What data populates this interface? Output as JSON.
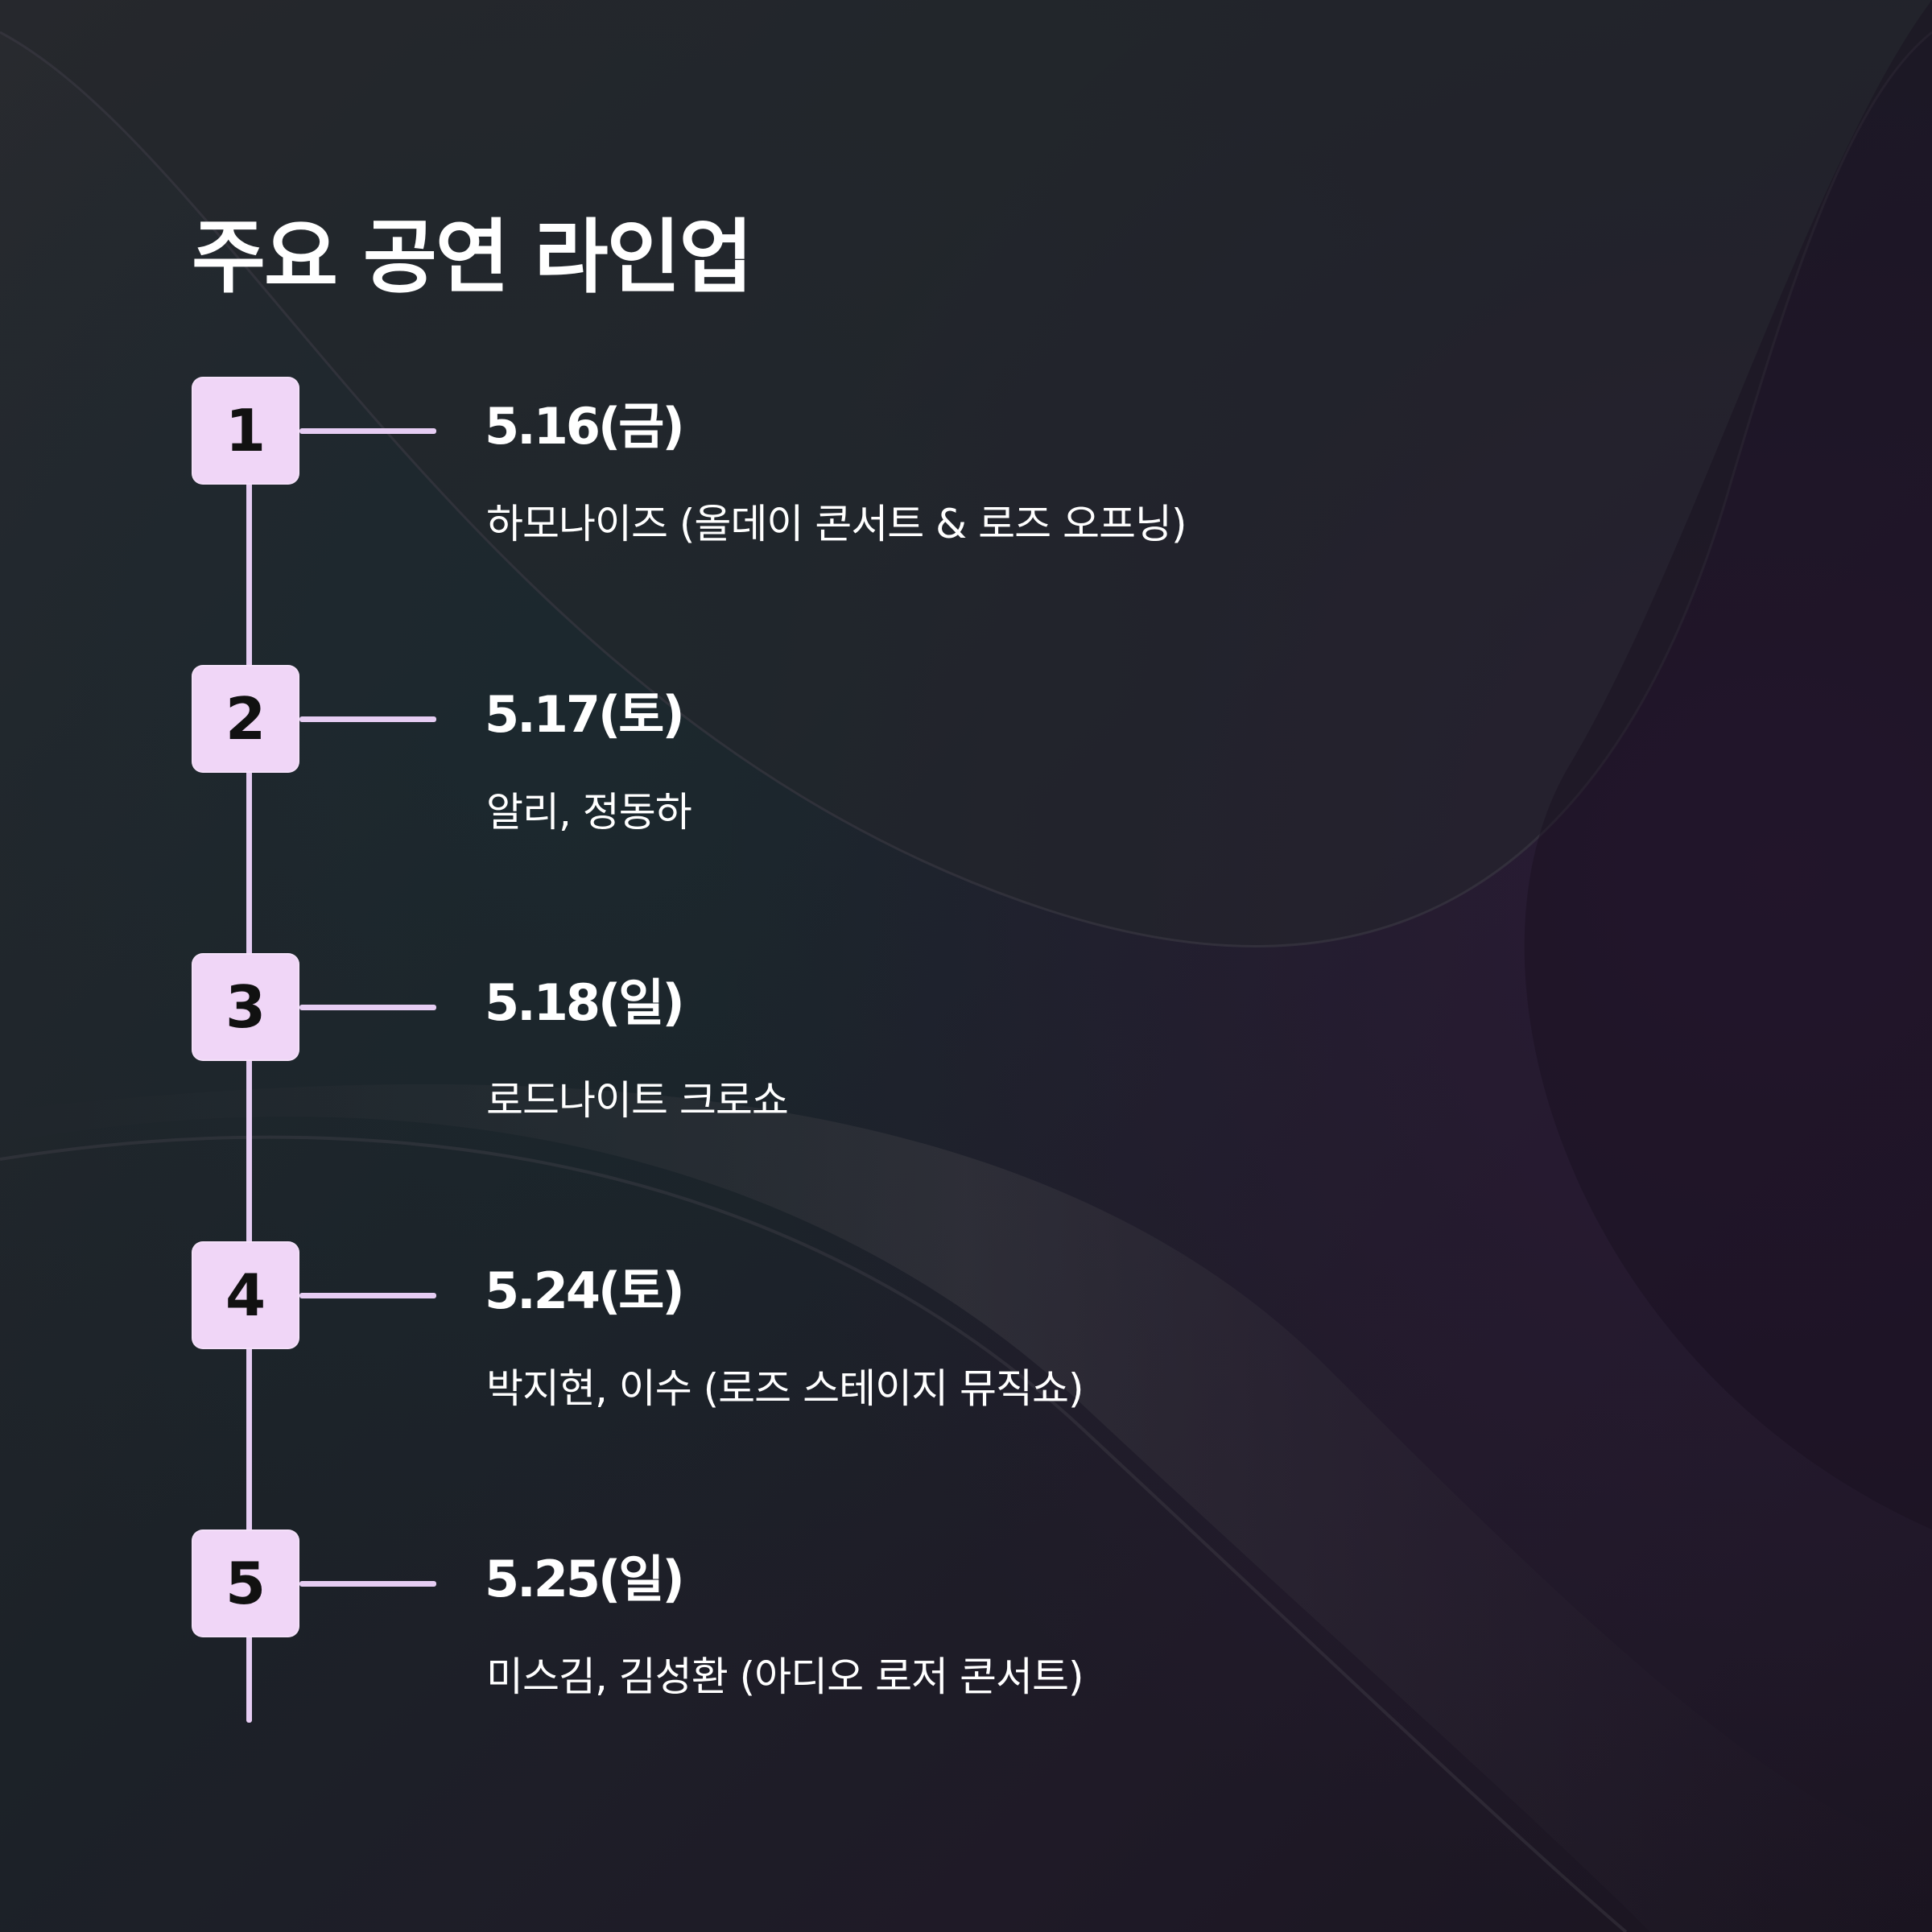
{
  "title": "주요 공연 라인업",
  "colors": {
    "accent": "#f0d6f7",
    "line": "#e6cdf3",
    "text": "#ffffff",
    "number_text": "#111111",
    "background": "#1f1f25"
  },
  "lineup": [
    {
      "number": "1",
      "date": "5.16(금)",
      "performers": "하모나이즈 (올데이 콘서트 & 로즈 오프닝)"
    },
    {
      "number": "2",
      "date": "5.17(토)",
      "performers": "알리, 정동하"
    },
    {
      "number": "3",
      "date": "5.18(일)",
      "performers": "로드나이트 크로쇼"
    },
    {
      "number": "4",
      "date": "5.24(토)",
      "performers": "박지현, 이수 (로즈 스테이지 뮤직쇼)"
    },
    {
      "number": "5",
      "date": "5.25(일)",
      "performers": "미스김, 김성환 (아디오 로저 콘서트)"
    }
  ]
}
